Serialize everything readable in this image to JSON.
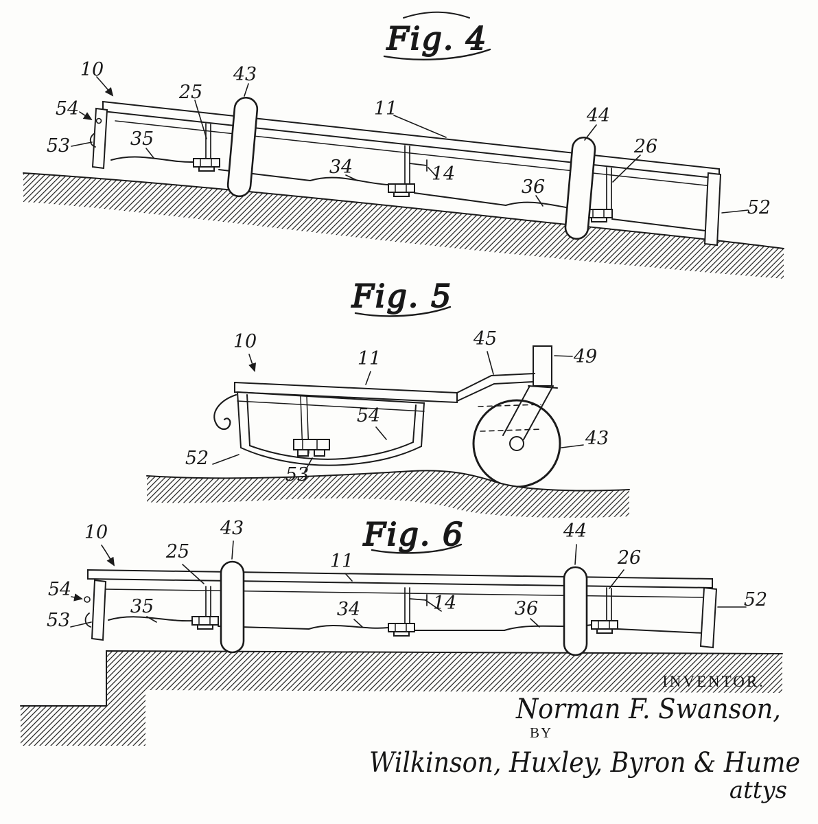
{
  "colors": {
    "ink": "#1b1b1b",
    "paper": "#fdfdfb"
  },
  "figures": {
    "fig4": {
      "title": "Fig. 4"
    },
    "fig5": {
      "title": "Fig. 5"
    },
    "fig6": {
      "title": "Fig. 6"
    }
  },
  "refs": {
    "10": "10",
    "11": "11",
    "14": "14",
    "25": "25",
    "26": "26",
    "34": "34",
    "35": "35",
    "36": "36",
    "43": "43",
    "44": "44",
    "45": "45",
    "49": "49",
    "52": "52",
    "53": "53",
    "54": "54"
  },
  "signature": {
    "inventor_heading": "INVENTOR.",
    "inventor_name": "Norman F. Swanson,",
    "by_label": "BY",
    "attorneys": "Wilkinson, Huxley, Byron & Hume",
    "attys_label": "attys"
  }
}
